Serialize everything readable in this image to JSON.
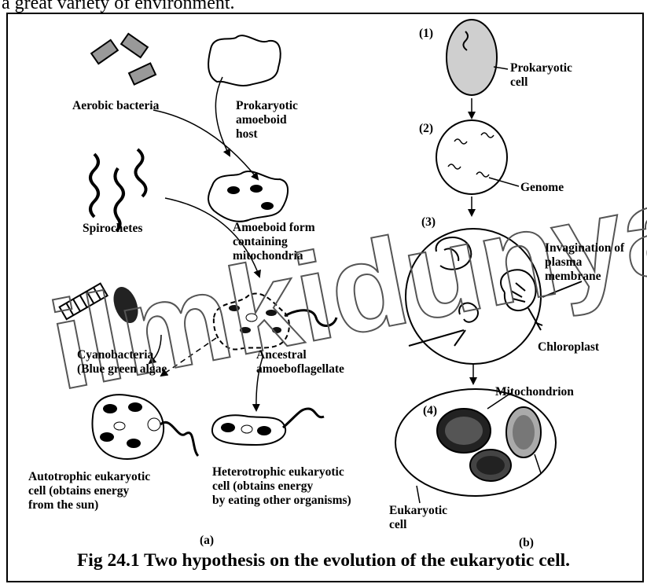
{
  "top_text": "a great variety of environment.",
  "panel_a": {
    "aerobic_bacteria": "Aerobic bacteria",
    "prokaryotic_host": "Prokaryotic\namoeboid\nhost",
    "spirochetes": "Spirochetes",
    "amoeboid_form": "Amoeboid form\ncontaining\nmitochondria",
    "cyanobacteria": "Cyanobacteria\n(Blue green algae",
    "ancestral": "Ancestral\namoeboflagellate",
    "autotrophic": "Autotrophic eukaryotic\ncell (obtains energy\nfrom the sun)",
    "heterotrophic": "Heterotrophic eukaryotic\ncell (obtains energy\nby eating other organisms)",
    "panel_label": "(a)"
  },
  "panel_b": {
    "step1": "(1)",
    "step2": "(2)",
    "step3": "(3)",
    "step4": "(4)",
    "prokaryotic_cell": "Prokaryotic\ncell",
    "genome": "Genome",
    "invagination": "Invagination of\nplasma\nmembrane",
    "chloroplast": "Chloroplast",
    "mitochondrion": "Mitochondrion",
    "eukaryotic_cell": "Eukaryotic\ncell",
    "panel_label": "(b)"
  },
  "watermark": "ilmkidunya",
  "caption": "Fig 24.1 Two hypothesis on the evolution of the eukaryotic cell."
}
